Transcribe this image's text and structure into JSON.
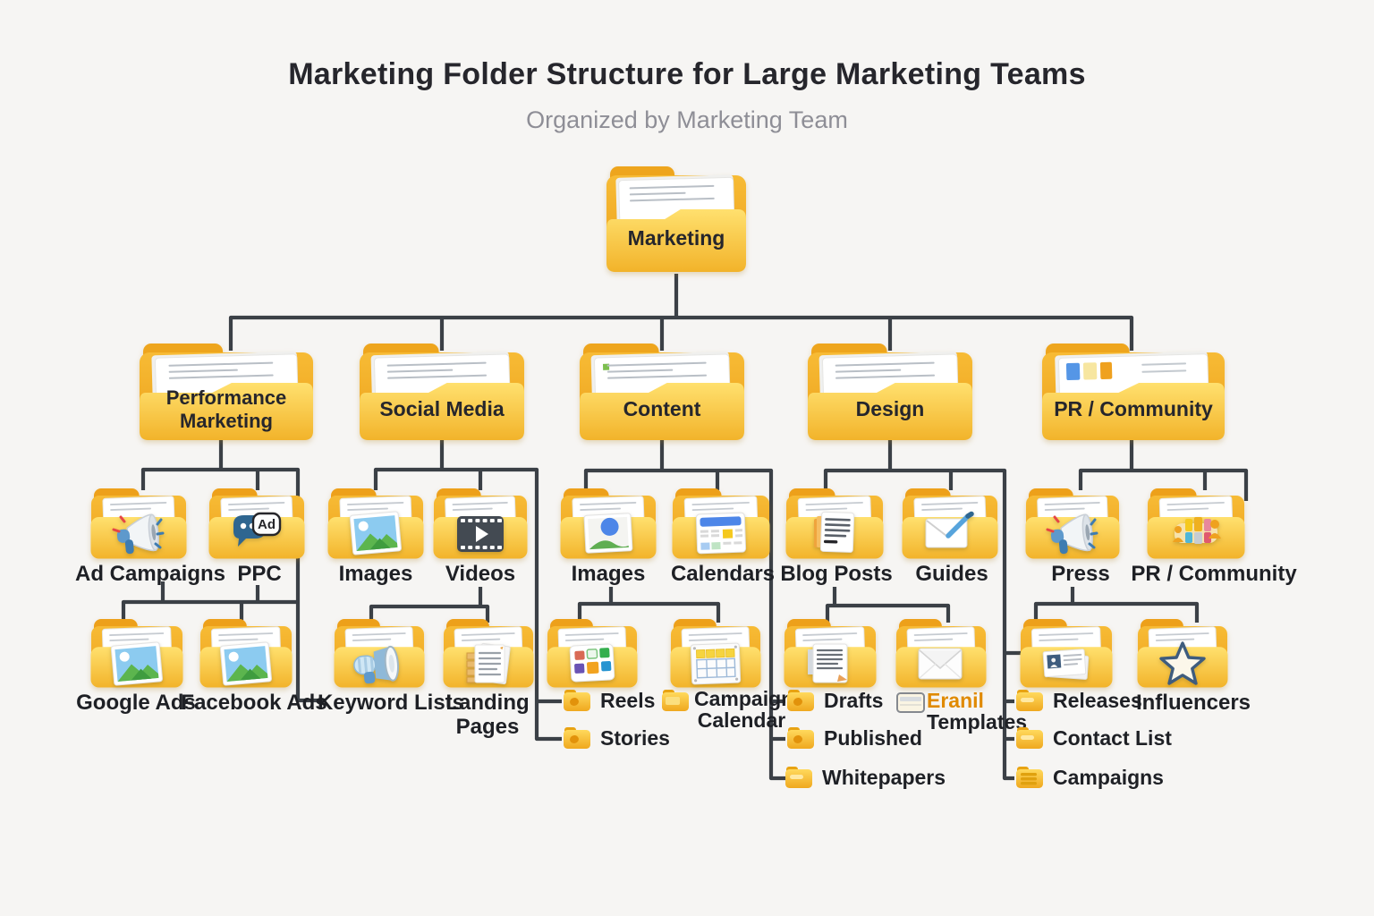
{
  "header": {
    "title": "Marketing Folder Structure for Large Marketing Teams",
    "subtitle": "Organized by Marketing Team"
  },
  "colors": {
    "background": "#F6F5F3",
    "connector_line": "#3B4046",
    "folder_front_yellow": "#F7C83C",
    "folder_back_amber": "#EFA51E",
    "paper_white": "#FFFFFF",
    "label_text": "#1E2025",
    "title_text": "#26262C",
    "subtitle_text": "#8E8E96",
    "accent_orange": "#E08A00"
  },
  "nodes": {
    "marketing": {
      "label": "Marketing"
    },
    "performance_marketing": {
      "label": "Performance Marketing"
    },
    "social_media": {
      "label": "Social Media"
    },
    "content": {
      "label": "Content"
    },
    "design": {
      "label": "Design"
    },
    "pr_community": {
      "label": "PR / Community"
    },
    "ad_campaigns": {
      "label": "Ad Campaigns",
      "icon": "megaphone"
    },
    "ppc": {
      "label": "PPC",
      "icon": "ad-bubble",
      "badge": "Ad"
    },
    "images_social": {
      "label": "Images",
      "icon": "photo"
    },
    "videos": {
      "label": "Videos",
      "icon": "film"
    },
    "images_content": {
      "label": "Images",
      "icon": "photo-blue"
    },
    "calendars": {
      "label": "Calendars",
      "icon": "calendar-doc"
    },
    "blog_posts": {
      "label": "Blog Posts",
      "icon": "document"
    },
    "guides": {
      "label": "Guides",
      "icon": "envelope-pen"
    },
    "press": {
      "label": "Press",
      "icon": "megaphone"
    },
    "pr_community_sub": {
      "label": "PR / Community",
      "icon": "community"
    },
    "google_ads": {
      "label": "Google Ads",
      "icon": "photo"
    },
    "facebook_ads": {
      "label": "Facebook Ads",
      "icon": "photo"
    },
    "keyword_lists": {
      "label": "Keyword Lists",
      "icon": "spotlight"
    },
    "landing_pages": {
      "label": "Landing Pages",
      "icon": "doc-stack"
    },
    "reels_folder": {
      "label": "",
      "icon": "tiles"
    },
    "calendar_folder": {
      "label": "",
      "icon": "calendar-pad"
    },
    "drafts_folder": {
      "label": "",
      "icon": "doc-pencil"
    },
    "templates_folder": {
      "label": "",
      "icon": "envelope"
    },
    "press_folder": {
      "label": "",
      "icon": "business-card"
    },
    "influencers": {
      "label": "Influencers",
      "icon": "star"
    }
  },
  "list_items": {
    "reels": {
      "label": "Reels"
    },
    "stories": {
      "label": "Stories"
    },
    "campaign_calendar": {
      "label": "Campaign Calendar"
    },
    "drafts": {
      "label": "Drafts"
    },
    "published": {
      "label": "Published"
    },
    "whitepapers": {
      "label": "Whitepapers"
    },
    "email_templates": {
      "label_accent": "Eranil",
      "label_rest": "Templates"
    },
    "releases": {
      "label": "Releases"
    },
    "contact_list": {
      "label": "Contact List"
    },
    "campaigns": {
      "label": "Campaigns"
    }
  }
}
